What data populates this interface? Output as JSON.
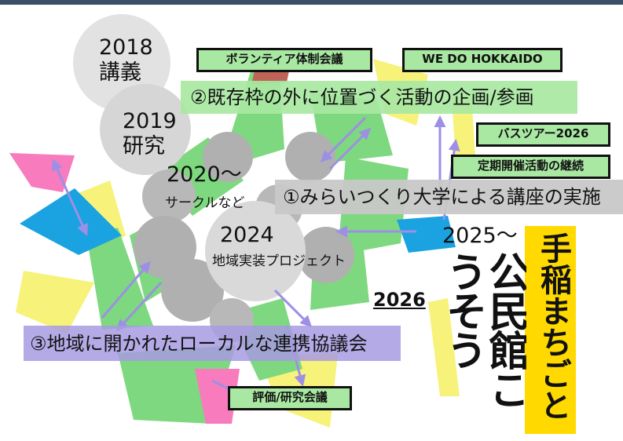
{
  "stages": {
    "y2018": {
      "year": "2018",
      "label": "講義"
    },
    "y2019": {
      "year": "2019",
      "label": "研究"
    },
    "y2020": {
      "year": "2020〜",
      "label": "サークルなど"
    },
    "y2024": {
      "year": "2024",
      "label": "地域実装プロジェクト"
    },
    "y2025": {
      "year": "2025〜"
    },
    "y2026": {
      "year": "2026"
    }
  },
  "bands": {
    "band2": "②既存枠の外に位置づく活動の企画/参画",
    "band1": "①みらいつくり大学による講座の実施",
    "band3": "③地域に開かれたローカルな連携協議会"
  },
  "boxes": {
    "volunteer": "ボランティア体制会議",
    "wedo": "WE DO HOKKAIDO",
    "bustour": "バスツアー2026",
    "regular": "定期開催活動の継続",
    "evaluation": "評価/研究会議"
  },
  "title": {
    "vertical_main": "手稲まちごと",
    "black_block": "公民館こうそう"
  },
  "colors": {
    "header": "#3b4f68",
    "pink": "#f77bbd",
    "blue": "#1aa3e0",
    "yellow": "#f7f27a",
    "green": "#7ed87f",
    "purple_band": "#a79be0",
    "arrow": "#9d8fe6",
    "title_bg": "#ffd900"
  }
}
